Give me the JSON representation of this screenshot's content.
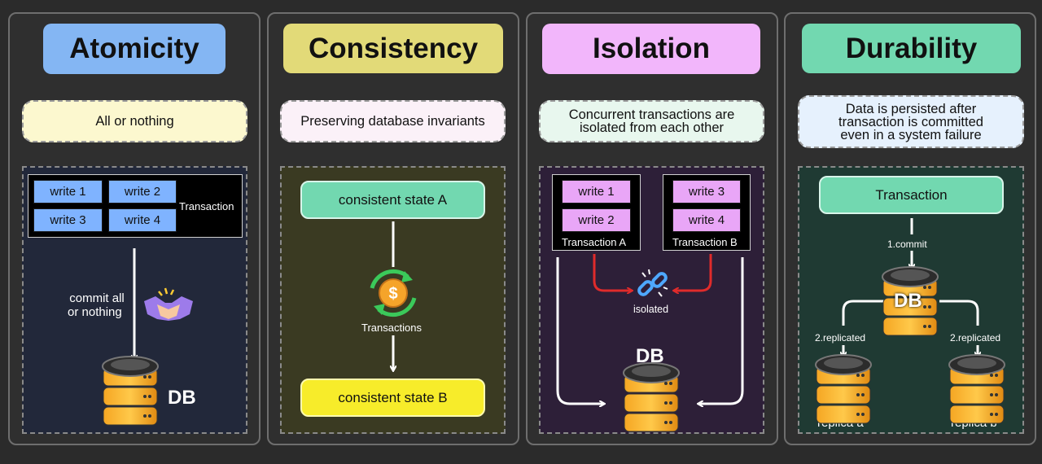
{
  "atomicity": {
    "title": "Atomicity",
    "description": "All or nothing",
    "writes": [
      "write 1",
      "write 2",
      "write 3",
      "write 4"
    ],
    "transaction_label": "Transaction",
    "commit_label_line1": "commit all",
    "commit_label_line2": "or nothing",
    "db_label": "DB",
    "colors": {
      "title": "#84b6f3",
      "desc": "#fcf8cf",
      "area": "#22283a",
      "write": "#7fb3ff"
    }
  },
  "consistency": {
    "title": "Consistency",
    "description": "Preserving database invariants",
    "state_a": "consistent state A",
    "transactions_label": "Transactions",
    "state_b": "consistent state B",
    "colors": {
      "title": "#e2da78",
      "desc": "#fbf1f8",
      "area": "#3a3a22",
      "state_a": "#72d8b0",
      "state_b": "#f7ec2a"
    }
  },
  "isolation": {
    "title": "Isolation",
    "description_line1": "Concurrent transactions are",
    "description_line2": "isolated from each other",
    "transaction_a": {
      "writes": [
        "write 1",
        "write 2"
      ],
      "label": "Transaction A"
    },
    "transaction_b": {
      "writes": [
        "write 3",
        "write 4"
      ],
      "label": "Transaction B"
    },
    "isolated_label": "isolated",
    "db_label": "DB",
    "colors": {
      "title": "#f2b6fb",
      "desc": "#e8f7ee",
      "area": "#2d1f38",
      "write": "#e9a6f7",
      "arrow": "#e02b2b"
    }
  },
  "durability": {
    "title": "Durability",
    "description_line1": "Data is persisted after",
    "description_line2": "transaction is committed",
    "description_line3": "even in a system failure",
    "transaction_label": "Transaction",
    "commit_label": "1.commit",
    "db_label": "DB",
    "replicated_left": "2.replicated",
    "replicated_right": "2.replicated",
    "replica_a": "replica a",
    "replica_b": "replica b",
    "colors": {
      "title": "#72d8b0",
      "desc": "#e6f1fd",
      "area": "#1f3a33",
      "node": "#72d8b0"
    }
  },
  "icons": [
    "handshake-icon",
    "coin-cycle-icon",
    "broken-link-icon",
    "database-icon"
  ]
}
